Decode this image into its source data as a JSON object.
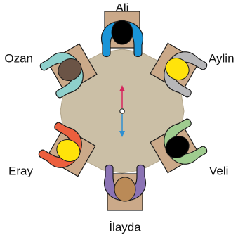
{
  "table": {
    "color": "#cbbfa6",
    "edge_color": "#b3a68c"
  },
  "chair": {
    "color": "#cba989",
    "edge_color": "#1a1a1a"
  },
  "directions": {
    "up_color": "#d6245d",
    "down_color": "#2e8fd1"
  },
  "people": [
    {
      "name": "Ali",
      "shirt_color": "#1a95d8",
      "hair_color": "#000000"
    },
    {
      "name": "Aylin",
      "shirt_color": "#b7b7b9",
      "hair_color": "#ffe30a"
    },
    {
      "name": "Veli",
      "shirt_color": "#9fcc8f",
      "hair_color": "#000000"
    },
    {
      "name": "İlayda",
      "shirt_color": "#8b73b4",
      "hair_color": "#ba8a57"
    },
    {
      "name": "Eray",
      "shirt_color": "#ec5f3e",
      "hair_color": "#ffe30a"
    },
    {
      "name": "Ozan",
      "shirt_color": "#8ed0cc",
      "hair_color": "#6b5446"
    }
  ]
}
